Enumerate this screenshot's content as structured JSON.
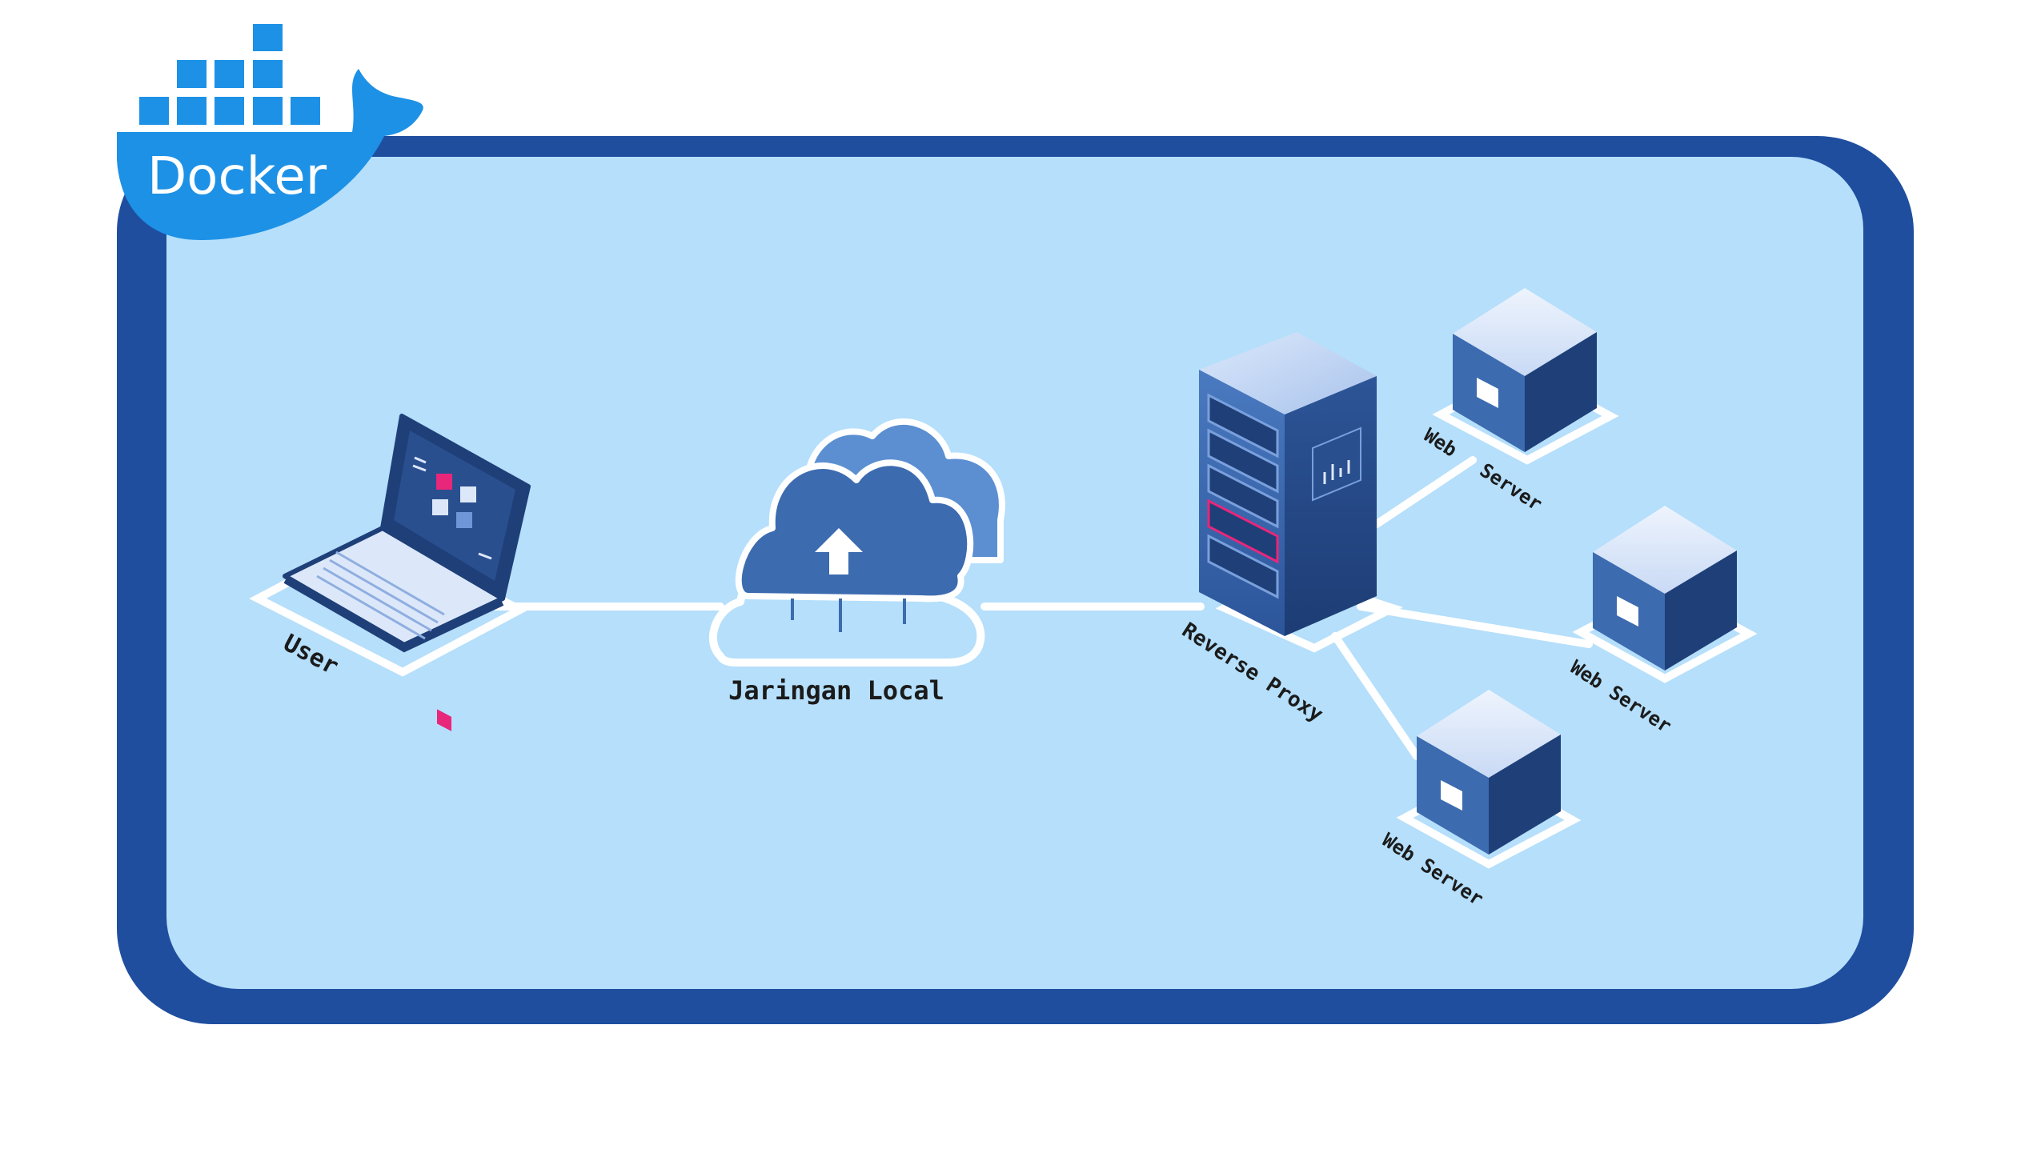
{
  "brand": {
    "logo_text": "Docker",
    "logo_icon": "docker-whale-icon"
  },
  "colors": {
    "frame": "#1f4e9f",
    "panel": "#b5dffb",
    "line": "#ffffff",
    "docker_blue": "#1d91e6",
    "device_dark": "#1f3f78",
    "device_mid": "#3a68aa",
    "device_light": "#dce8fa",
    "accent_pink": "#e8267a"
  },
  "nodes": {
    "user": {
      "label": "User",
      "icon": "laptop-icon"
    },
    "network": {
      "label": "Jaringan Local",
      "icon": "cloud-upload-icon"
    },
    "proxy": {
      "label": "Reverse Proxy",
      "icon": "server-rack-icon"
    },
    "web_servers": [
      {
        "label_word1": "Web",
        "label_word2": "Server",
        "icon": "cube-server-icon"
      },
      {
        "label": "Web Server",
        "icon": "cube-server-icon"
      },
      {
        "label": "Web Server",
        "icon": "cube-server-icon"
      }
    ]
  }
}
